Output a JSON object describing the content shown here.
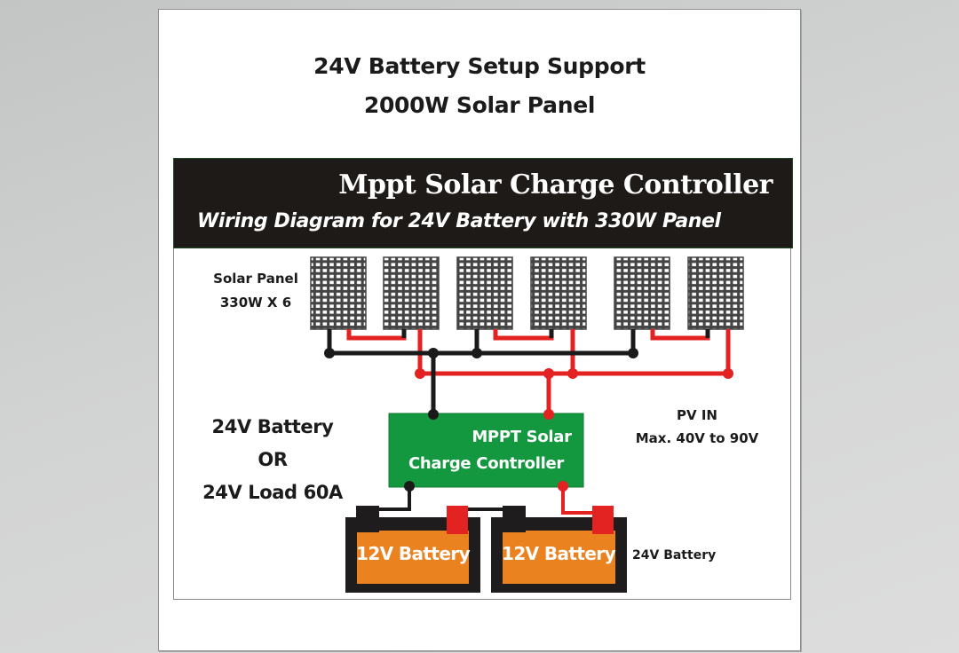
{
  "page": {
    "title_line1": "24V Battery Setup Support",
    "title_line2": "2000W Solar Panel"
  },
  "header": {
    "title": "Mppt Solar Charge Controller",
    "subtitle": "Wiring Diagram for 24V Battery with 330W Panel"
  },
  "labels": {
    "solar_panel_line1": "Solar Panel",
    "solar_panel_line2": "330W X 6",
    "load_line1": "24V Battery",
    "load_line2": "OR",
    "load_line3": "24V Load 60A",
    "pv_in_line1": "PV IN",
    "pv_in_line2": "Max. 40V to 90V",
    "battery_bank": "24V Battery"
  },
  "controller": {
    "line1": "MPPT Solar",
    "line2": "Charge Controller"
  },
  "batteries": [
    {
      "label": "12V Battery"
    },
    {
      "label": "12V Battery"
    }
  ],
  "panels": {
    "count": 6,
    "rating": "330W"
  },
  "colors": {
    "header_bg": "#1e1a18",
    "controller_green": "#13973f",
    "battery_orange": "#e9821f",
    "positive_red": "#e32222",
    "negative_black": "#1a1a1a"
  }
}
